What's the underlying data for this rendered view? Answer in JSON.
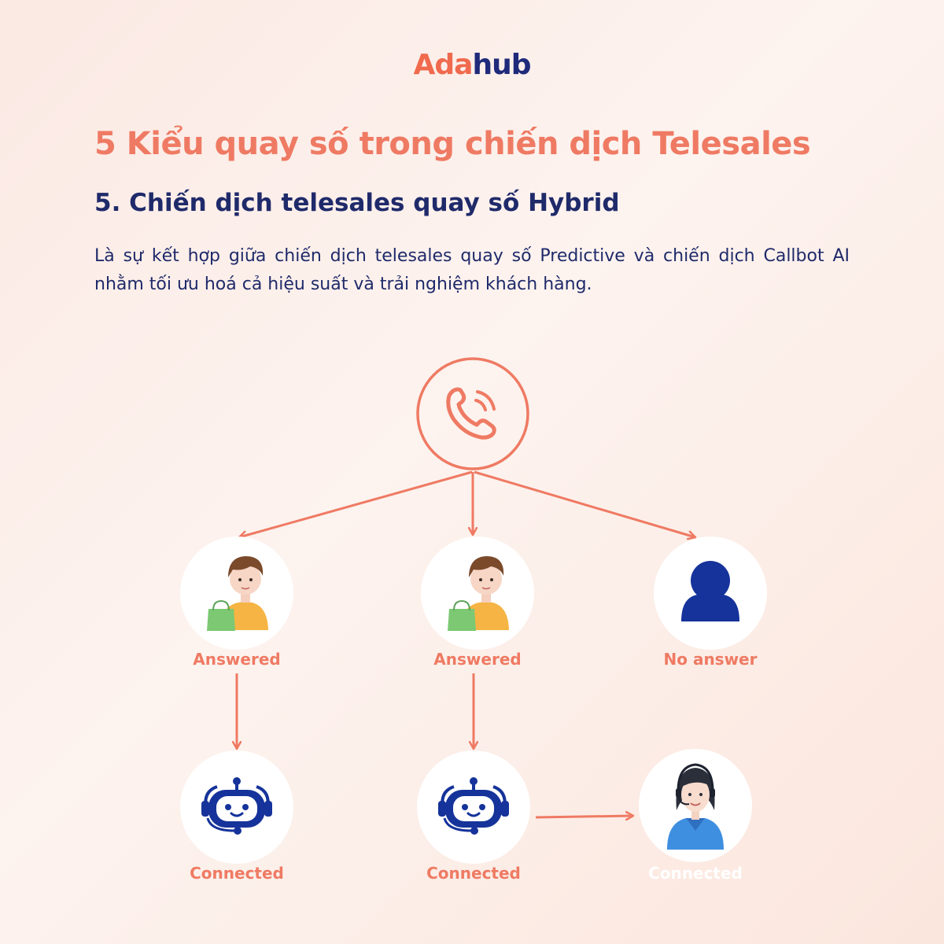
{
  "brand": {
    "logo_part1": "Ada",
    "logo_part2": "hub"
  },
  "colors": {
    "accent": "#ef7a63",
    "navy": "#1f2a6a",
    "icon_blue": "#15339a",
    "background": "#fbe9e3"
  },
  "header": {
    "title": "5 Kiểu quay số trong chiến dịch Telesales",
    "subtitle_number": "5.",
    "subtitle_text": " Chiến dịch telesales quay số Hybrid",
    "description": "Là sự kết hợp giữa chiến dịch telesales quay số Predictive và chiến dịch Callbot AI nhằm tối ưu hoá cả hiệu suất và trải nghiệm khách hàng."
  },
  "diagram": {
    "root": {
      "icon": "phone-icon"
    },
    "level1": [
      {
        "icon": "customer-icon",
        "label": "Answered"
      },
      {
        "icon": "customer-icon",
        "label": "Answered"
      },
      {
        "icon": "user-silhouette-icon",
        "label": "No answer"
      }
    ],
    "level2": [
      {
        "icon": "robot-icon",
        "label": "Connected"
      },
      {
        "icon": "robot-icon",
        "label": "Connected"
      },
      {
        "icon": "agent-icon",
        "label": "Connected"
      }
    ]
  }
}
